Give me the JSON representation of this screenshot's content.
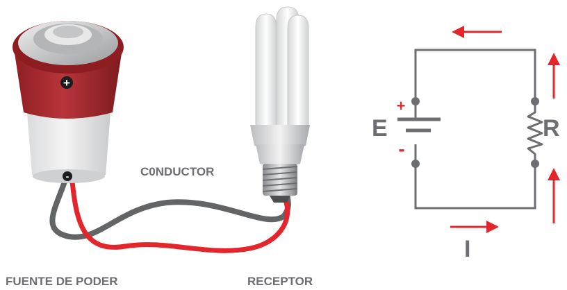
{
  "labels": {
    "conductor": "C0NDUCTOR",
    "power_source": "FUENTE DE PODER",
    "receiver": "RECEPTOR",
    "emf": "E",
    "resistance": "R",
    "current": "I",
    "positive_terminal": "+",
    "negative_terminal": "-",
    "battery_plus": "+",
    "battery_minus": "-"
  },
  "colors": {
    "battery_red": "#a8282c",
    "battery_body": "#e6e7e8",
    "wire_gray": "#636466",
    "wire_red": "#e3262b",
    "circuit_line": "#6d6e71",
    "arrow_red": "#e3262b",
    "text_gray": "#6d6e71"
  },
  "icons": {
    "battery": "battery-icon",
    "bulb": "cfl-bulb-icon",
    "resistor": "resistor-icon",
    "cell": "battery-cell-icon"
  }
}
